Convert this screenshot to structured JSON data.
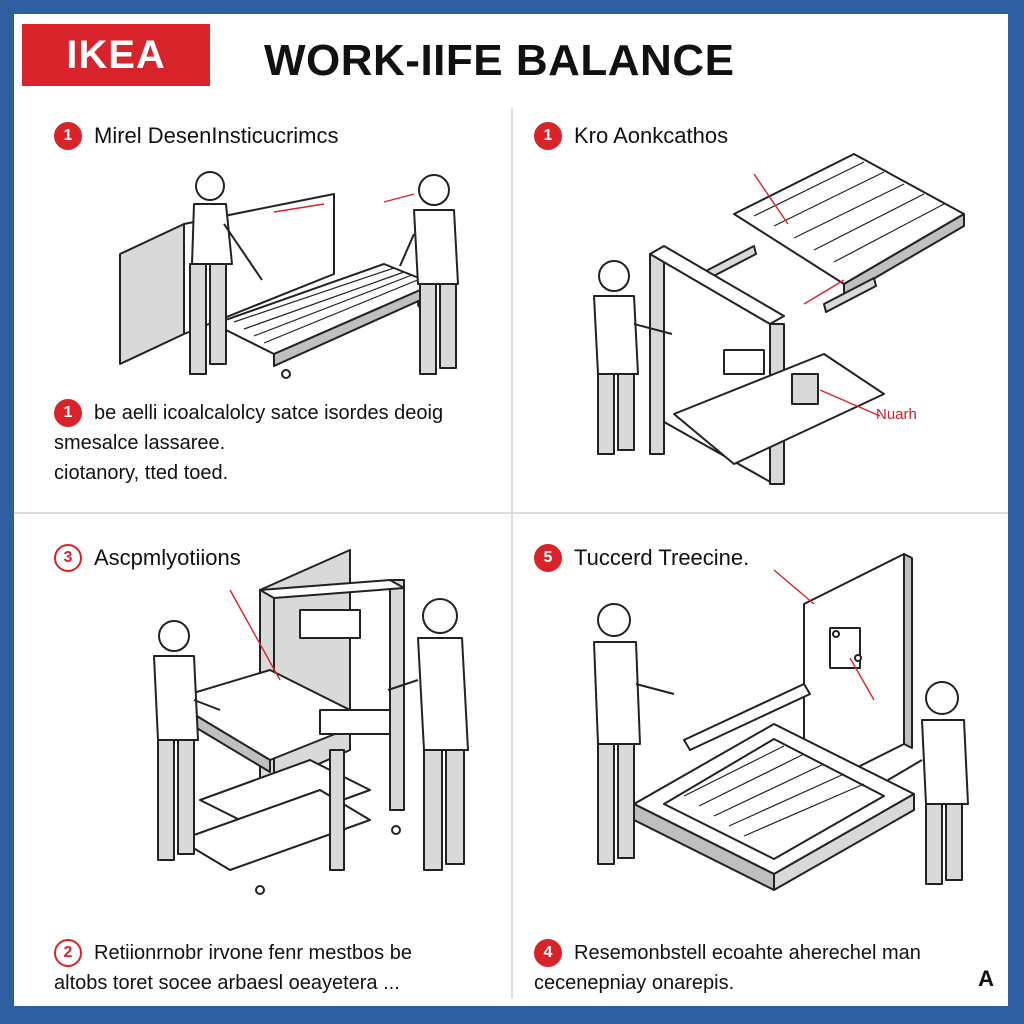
{
  "header": {
    "logo": "IKEA",
    "title": "WORK-IIFE BALANCE"
  },
  "colors": {
    "brand_red": "#d8232a",
    "frame_blue": "#2f5fa0"
  },
  "panels": [
    {
      "step_number": "1",
      "heading": "Mirel DesenInsticucrimcs",
      "caption_number": "1",
      "caption_lines": [
        "be aelli icoalcalolcy satce isordes deoig",
        "smesalce lassaree.",
        "ciotanory, tted toed."
      ]
    },
    {
      "step_number": "1",
      "heading": "Kro Aonkcathos",
      "note": "Nuarh"
    },
    {
      "step_number": "3",
      "heading": "Ascpmlyotiions",
      "caption_number": "2",
      "caption_lines": [
        "Retiionrnobr irvone fenr mestbos be",
        "altobs toret socee arbaesl oeayetera  ..."
      ]
    },
    {
      "step_number": "5",
      "heading": "Tuccerd Treecine.",
      "caption_number": "4",
      "caption_lines": [
        "Resemonbstell ecoahte aherechel man",
        "cecenepniay onarepis."
      ]
    }
  ],
  "corner_mark": "A"
}
